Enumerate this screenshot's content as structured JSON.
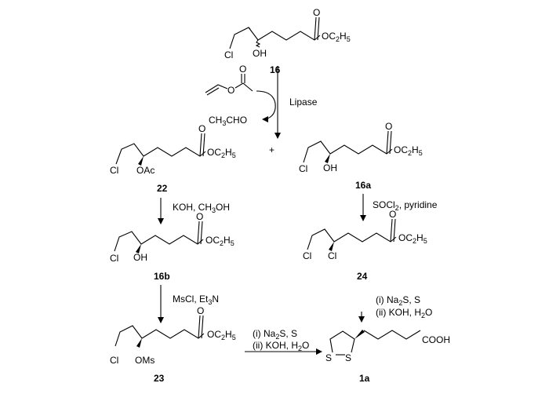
{
  "compounds": {
    "c16": {
      "id": "16",
      "cl": "Cl",
      "oh": "OH",
      "o": "O",
      "ester_pre": "OC",
      "ester_sub1": "2",
      "ester_mid": "H",
      "ester_sub2": "5"
    },
    "c22": {
      "id": "22",
      "cl": "Cl",
      "sub": "OAc",
      "o": "O",
      "ester_pre": "OC",
      "ester_sub1": "2",
      "ester_mid": "H",
      "ester_sub2": "5"
    },
    "c16a": {
      "id": "16a",
      "cl": "Cl",
      "oh": "OH",
      "o": "O",
      "ester_pre": "OC",
      "ester_sub1": "2",
      "ester_mid": "H",
      "ester_sub2": "5"
    },
    "c16b": {
      "id": "16b",
      "cl": "Cl",
      "oh": "OH",
      "o": "O",
      "ester_pre": "OC",
      "ester_sub1": "2",
      "ester_mid": "H",
      "ester_sub2": "5"
    },
    "c24": {
      "id": "24",
      "cl": "Cl",
      "sub": "Cl",
      "o": "O",
      "ester_pre": "OC",
      "ester_sub1": "2",
      "ester_mid": "H",
      "ester_sub2": "5"
    },
    "c23": {
      "id": "23",
      "cl": "Cl",
      "sub": "OMs",
      "o": "O",
      "ester_pre": "OC",
      "ester_sub1": "2",
      "ester_mid": "H",
      "ester_sub2": "5"
    },
    "c1a": {
      "id": "1a",
      "s1": "S",
      "s2": "S",
      "acid": "COOH"
    }
  },
  "reagents": {
    "vinyl_acetate_o1": "O",
    "vinyl_acetate_o2": "O",
    "lipase": "Lipase",
    "byproduct_pre": "CH",
    "byproduct_sub": "3",
    "byproduct_post": "CHO",
    "plus": "+",
    "koh_pre": "KOH, CH",
    "koh_sub": "3",
    "koh_post": "OH",
    "socl_pre": "SOCl",
    "socl_sub": "2",
    "socl_post": ", pyridine",
    "mscl_pre": "MsCl, Et",
    "mscl_sub": "3",
    "mscl_post": "N",
    "step_i_pre": "(i) Na",
    "step_i_sub": "2",
    "step_i_post": "S, S",
    "step_ii_pre": "(ii) KOH, H",
    "step_ii_sub": "2",
    "step_ii_post": "O"
  }
}
